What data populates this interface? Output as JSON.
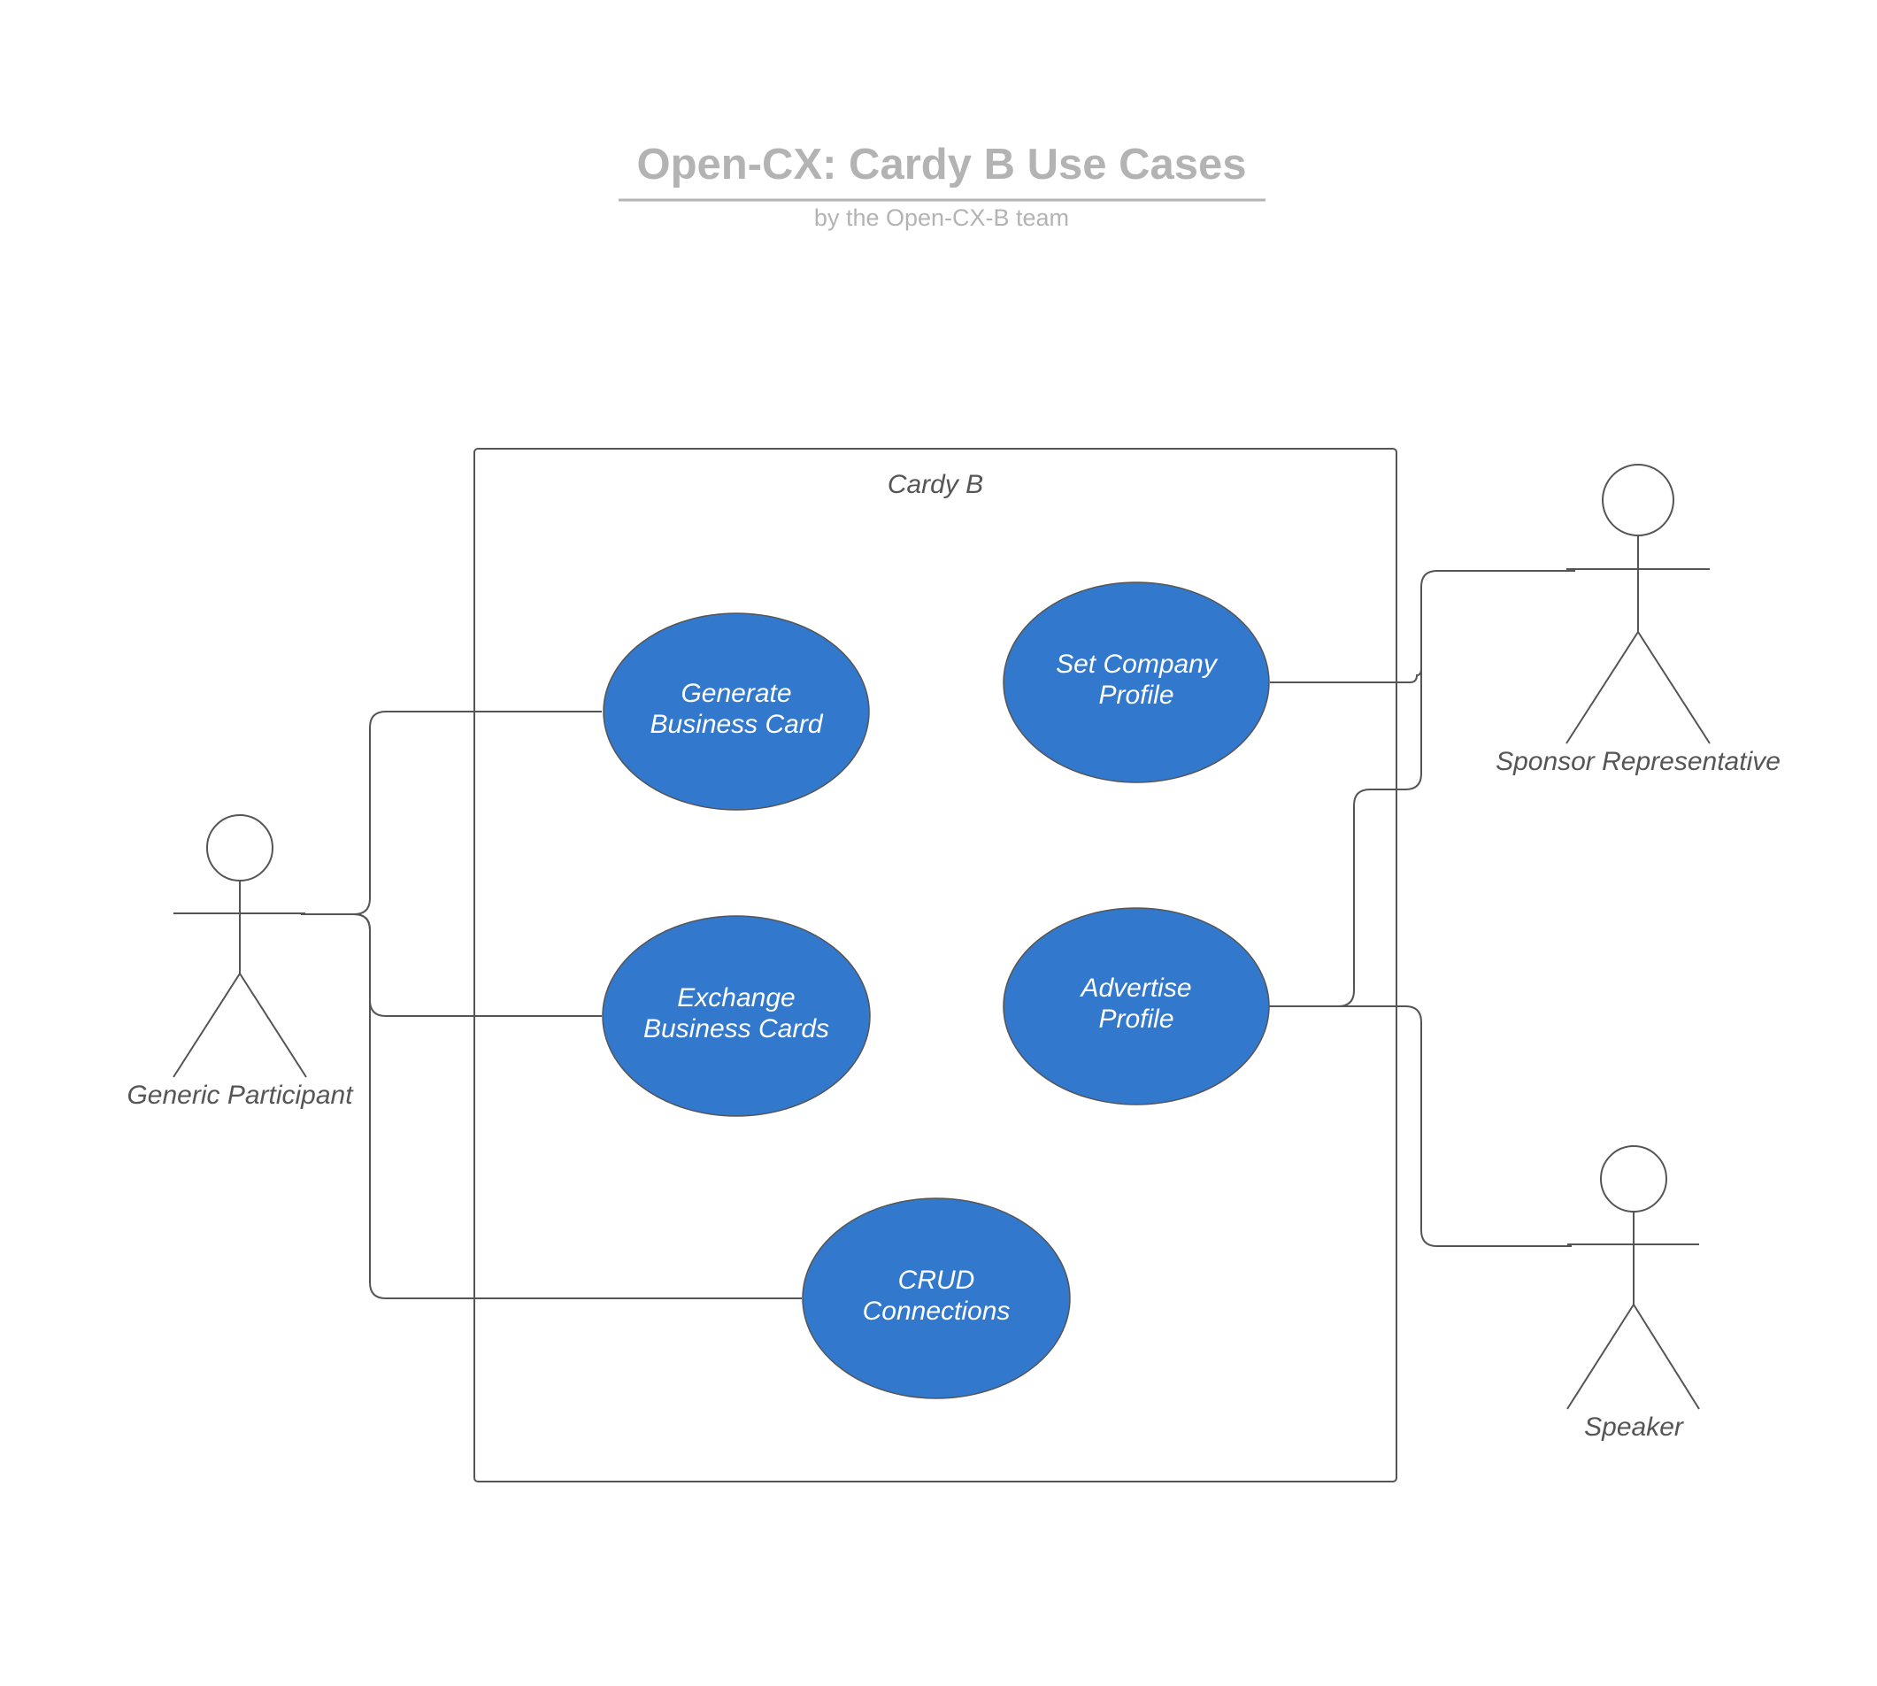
{
  "header": {
    "title": "Open-CX: Cardy B Use Cases",
    "subtitle": "by the Open-CX-B team"
  },
  "system": {
    "label": "Cardy B"
  },
  "colors": {
    "use_case_fill": "#3278CC",
    "stroke": "#555555",
    "title": "#b3b3b3"
  },
  "actors": {
    "generic": "Generic Participant",
    "sponsor": "Sponsor Representative",
    "speaker": "Speaker"
  },
  "use_cases": {
    "generate": {
      "line1": "Generate",
      "line2": "Business Card"
    },
    "set_company": {
      "line1": "Set Company",
      "line2": "Profile"
    },
    "exchange": {
      "line1": "Exchange",
      "line2": "Business Cards"
    },
    "advertise": {
      "line1": "Advertise",
      "line2": "Profile"
    },
    "crud": {
      "line1": "CRUD",
      "line2": "Connections"
    }
  },
  "associations": [
    {
      "actor": "Generic Participant",
      "use_case": "Generate Business Card"
    },
    {
      "actor": "Generic Participant",
      "use_case": "Exchange Business Cards"
    },
    {
      "actor": "Generic Participant",
      "use_case": "CRUD Connections"
    },
    {
      "actor": "Sponsor Representative",
      "use_case": "Set Company Profile"
    },
    {
      "actor": "Sponsor Representative",
      "use_case": "Advertise Profile"
    },
    {
      "actor": "Speaker",
      "use_case": "Advertise Profile"
    }
  ]
}
